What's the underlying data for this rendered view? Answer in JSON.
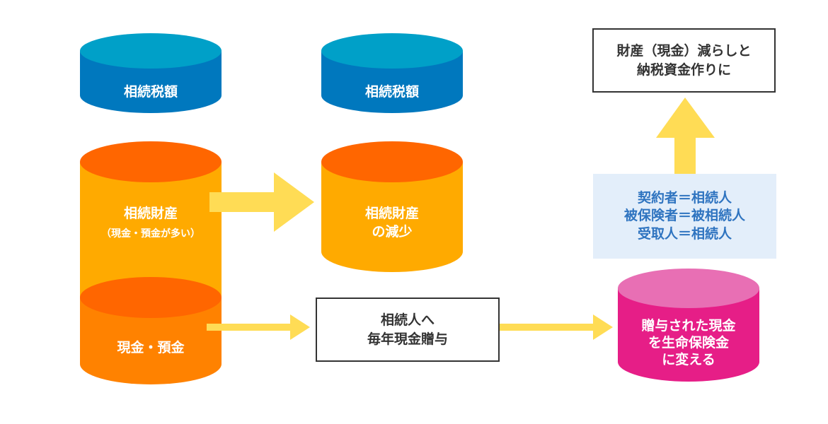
{
  "colors": {
    "tax_top": "#00a0c8",
    "tax_side": "#0078be",
    "estate_top": "#ff6600",
    "estate_side": "#ffaa00",
    "cash_top": "#ff6600",
    "cash_side": "#ff8200",
    "pink_top": "#e86fb4",
    "pink_side": "#e61e87",
    "arrow": "#ffdc55",
    "info_bg": "#e3eefa",
    "info_text": "#2f74c0"
  },
  "left_column": {
    "tax": {
      "label": "相続税額"
    },
    "estate": {
      "label": "相続財産",
      "sublabel": "（現金・預金が多い）"
    },
    "cash": {
      "label": "現金・預金"
    }
  },
  "middle_column": {
    "tax": {
      "label": "相続税額"
    },
    "estate_reduced": {
      "line1": "相続財産",
      "line2": "の減少"
    }
  },
  "gift_box": {
    "line1": "相続人へ",
    "line2": "毎年現金贈与"
  },
  "insurance_cylinder": {
    "line1": "贈与された現金",
    "line2": "を生命保険金",
    "line3": "に変える"
  },
  "contract_info": {
    "line1": "契約者＝相続人",
    "line2": "被保険者＝被相続人",
    "line3": "受取人＝相続人"
  },
  "result_box": {
    "line1": "財産（現金）減らしと",
    "line2": "納税資金作りに"
  }
}
